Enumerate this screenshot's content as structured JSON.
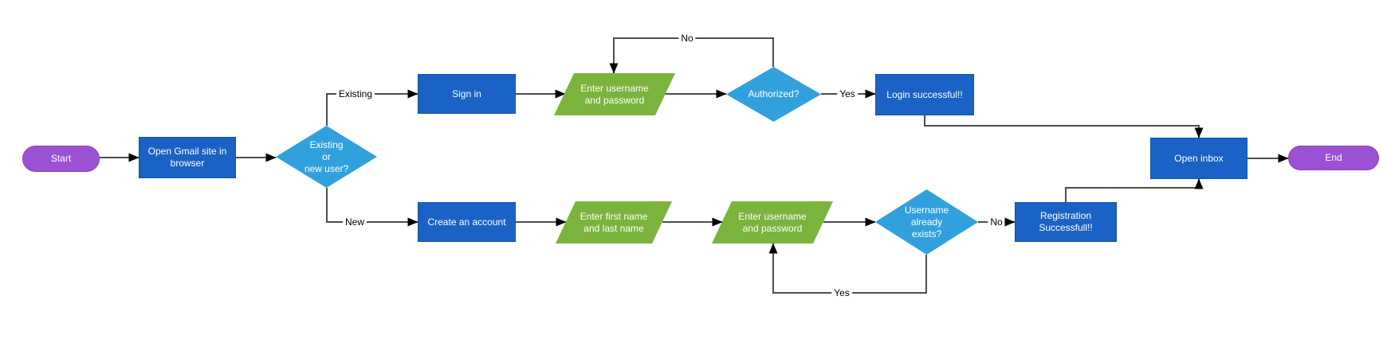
{
  "colors": {
    "background": "#FFFFFF",
    "process_fill": "#1A62C6",
    "process_border": "#1253A4",
    "decision_fill": "#31A1DE",
    "io_fill": "#7AB43C",
    "terminator_fill": "#9C50D4",
    "terminator_border": "#8A3FC0",
    "connector": "#4D4D4D",
    "arrowhead": "#000000",
    "label_text": "#000000",
    "node_text": "#FFFFFF"
  },
  "nodes": {
    "start": "Start",
    "open_gmail": "Open Gmail site in\nbrowser",
    "user_type": "Existing\nor\nnew user?",
    "sign_in": "Sign in",
    "enter_credentials_top": "Enter username\nand password",
    "authorized": "Authorized?",
    "login_successful": "Login successful!!",
    "open_inbox": "Open inbox",
    "end": "End",
    "create_account": "Create an account",
    "enter_names": "Enter first name\nand last name",
    "enter_credentials_bottom": "Enter username\nand password",
    "username_exists": "Username\nalready\nexists?",
    "registration_successful": "Registration\nSuccessfull!!"
  },
  "edge_labels": {
    "existing": "Existing",
    "new": "New",
    "authorized_yes": "Yes",
    "authorized_no": "No",
    "exists_no": "No",
    "exists_yes": "Yes"
  }
}
